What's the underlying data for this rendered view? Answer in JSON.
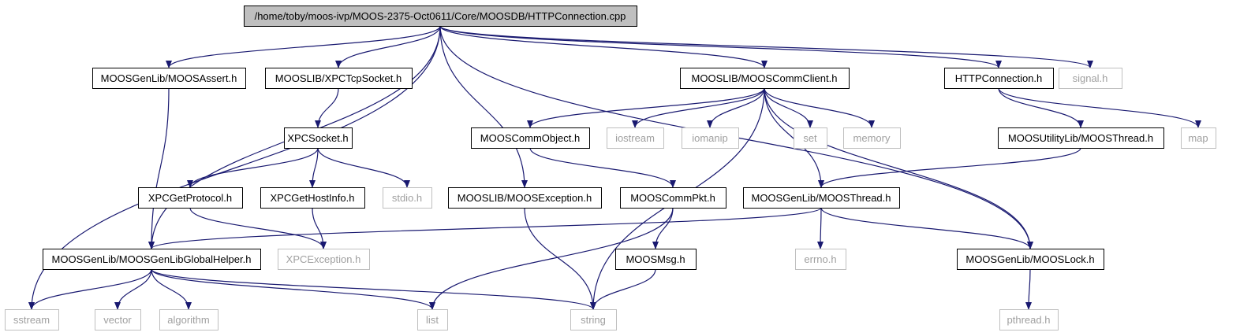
{
  "colors": {
    "edge": "#191970",
    "root_fill": "#bfbfbf",
    "missing_border": "#bfbfbf",
    "missing_text": "#a0a0a0"
  },
  "nodes": [
    {
      "id": "root",
      "label": "/home/toby/moos-ivp/MOOS-2375-Oct0611/Core/MOOSDB/HTTPConnection.cpp",
      "kind": "root"
    },
    {
      "id": "sstream",
      "label": "sstream",
      "kind": "missing"
    },
    {
      "id": "globalhelper",
      "label": "MOOSGenLib/MOOSGenLibGlobalHelper.h",
      "kind": "normal"
    },
    {
      "id": "moosassert",
      "label": "MOOSGenLib/MOOSAssert.h",
      "kind": "normal"
    },
    {
      "id": "xpctcpsocket",
      "label": "MOOSLIB/XPCTcpSocket.h",
      "kind": "normal"
    },
    {
      "id": "xpcsocket",
      "label": "XPCSocket.h",
      "kind": "normal"
    },
    {
      "id": "xpcgetprotocol",
      "label": "XPCGetProtocol.h",
      "kind": "normal"
    },
    {
      "id": "xpcgethostinfo",
      "label": "XPCGetHostInfo.h",
      "kind": "normal"
    },
    {
      "id": "stdio",
      "label": "stdio.h",
      "kind": "missing"
    },
    {
      "id": "xpcexception",
      "label": "XPCException.h",
      "kind": "missing"
    },
    {
      "id": "mooslibexception",
      "label": "MOOSLIB/MOOSException.h",
      "kind": "normal"
    },
    {
      "id": "commclient",
      "label": "MOOSLIB/MOOSCommClient.h",
      "kind": "normal"
    },
    {
      "id": "commobject",
      "label": "MOOSCommObject.h",
      "kind": "normal"
    },
    {
      "id": "commpkt",
      "label": "MOOSCommPkt.h",
      "kind": "normal"
    },
    {
      "id": "moosmsg",
      "label": "MOOSMsg.h",
      "kind": "normal"
    },
    {
      "id": "iostream",
      "label": "iostream",
      "kind": "missing"
    },
    {
      "id": "iomanip",
      "label": "iomanip",
      "kind": "missing"
    },
    {
      "id": "set",
      "label": "set",
      "kind": "missing"
    },
    {
      "id": "memory",
      "label": "memory",
      "kind": "missing"
    },
    {
      "id": "genlibthread",
      "label": "MOOSGenLib/MOOSThread.h",
      "kind": "normal"
    },
    {
      "id": "errno",
      "label": "errno.h",
      "kind": "missing"
    },
    {
      "id": "mooslock",
      "label": "MOOSGenLib/MOOSLock.h",
      "kind": "normal"
    },
    {
      "id": "pthread",
      "label": "pthread.h",
      "kind": "missing"
    },
    {
      "id": "httpconn",
      "label": "HTTPConnection.h",
      "kind": "normal"
    },
    {
      "id": "signal",
      "label": "signal.h",
      "kind": "missing"
    },
    {
      "id": "map",
      "label": "map",
      "kind": "missing"
    },
    {
      "id": "utilthread",
      "label": "MOOSUtilityLib/MOOSThread.h",
      "kind": "normal"
    },
    {
      "id": "vector",
      "label": "vector",
      "kind": "missing"
    },
    {
      "id": "algorithm",
      "label": "algorithm",
      "kind": "missing"
    },
    {
      "id": "list",
      "label": "list",
      "kind": "missing"
    },
    {
      "id": "string",
      "label": "string",
      "kind": "missing"
    }
  ],
  "edges": [
    [
      "root",
      "sstream"
    ],
    [
      "root",
      "globalhelper"
    ],
    [
      "root",
      "moosassert"
    ],
    [
      "root",
      "xpctcpsocket"
    ],
    [
      "root",
      "mooslibexception"
    ],
    [
      "root",
      "commclient"
    ],
    [
      "root",
      "httpconn"
    ],
    [
      "root",
      "signal"
    ],
    [
      "root",
      "mooslock"
    ],
    [
      "moosassert",
      "globalhelper"
    ],
    [
      "xpctcpsocket",
      "xpcsocket"
    ],
    [
      "xpcsocket",
      "xpcgetprotocol"
    ],
    [
      "xpcsocket",
      "xpcgethostinfo"
    ],
    [
      "xpcsocket",
      "stdio"
    ],
    [
      "xpcgetprotocol",
      "xpcexception"
    ],
    [
      "xpcgethostinfo",
      "xpcexception"
    ],
    [
      "globalhelper",
      "sstream"
    ],
    [
      "globalhelper",
      "vector"
    ],
    [
      "globalhelper",
      "algorithm"
    ],
    [
      "globalhelper",
      "list"
    ],
    [
      "globalhelper",
      "string"
    ],
    [
      "mooslibexception",
      "string"
    ],
    [
      "commclient",
      "commobject"
    ],
    [
      "commclient",
      "iostream"
    ],
    [
      "commclient",
      "iomanip"
    ],
    [
      "commclient",
      "set"
    ],
    [
      "commclient",
      "memory"
    ],
    [
      "commclient",
      "genlibthread"
    ],
    [
      "commclient",
      "string"
    ],
    [
      "commclient",
      "mooslock"
    ],
    [
      "commobject",
      "commpkt"
    ],
    [
      "commpkt",
      "moosmsg"
    ],
    [
      "commpkt",
      "list"
    ],
    [
      "moosmsg",
      "string"
    ],
    [
      "genlibthread",
      "globalhelper"
    ],
    [
      "genlibthread",
      "errno"
    ],
    [
      "genlibthread",
      "mooslock"
    ],
    [
      "mooslock",
      "pthread"
    ],
    [
      "httpconn",
      "utilthread"
    ],
    [
      "httpconn",
      "map"
    ],
    [
      "utilthread",
      "genlibthread"
    ]
  ]
}
